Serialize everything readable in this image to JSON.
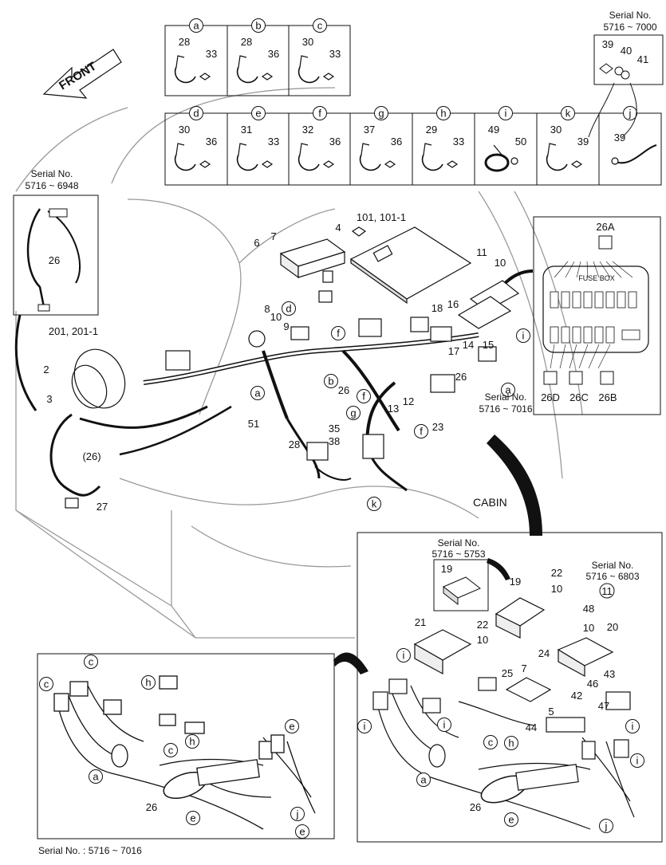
{
  "top_detail_boxes": [
    {
      "letter": "a",
      "parts": [
        "28",
        "33"
      ]
    },
    {
      "letter": "b",
      "parts": [
        "28",
        "36"
      ]
    },
    {
      "letter": "c",
      "parts": [
        "30",
        "33"
      ]
    },
    {
      "letter": "d",
      "parts": [
        "30",
        "36"
      ]
    },
    {
      "letter": "e",
      "parts": [
        "31",
        "33"
      ]
    },
    {
      "letter": "f",
      "parts": [
        "32",
        "36"
      ]
    },
    {
      "letter": "g",
      "parts": [
        "37",
        "36"
      ]
    },
    {
      "letter": "h",
      "parts": [
        "29",
        "33"
      ]
    },
    {
      "letter": "i",
      "parts": [
        "49",
        "50"
      ]
    },
    {
      "letter": "k",
      "parts": [
        "30",
        "39"
      ]
    },
    {
      "letter": "j",
      "parts": [
        "39"
      ]
    }
  ],
  "serial_7000": {
    "line1": "Serial No.",
    "line2": "5716 ~ 7000",
    "parts": [
      "39",
      "40",
      "41"
    ]
  },
  "serial_6948": {
    "line1": "Serial No.",
    "line2": "5716 ~ 6948",
    "part": "26"
  },
  "serial_7016": {
    "line1": "Serial No.",
    "line2": "5716 ~ 7016"
  },
  "serial_5753": {
    "line1": "Serial No.",
    "line2": "5716 ~ 5753",
    "part": "19"
  },
  "serial_6803": {
    "line1": "Serial No.",
    "line2": "5716 ~ 6803",
    "part": "11"
  },
  "front_label": "FRONT",
  "cabin_label": "CABIN",
  "fuse_box": {
    "title": "FUSE BOX",
    "labels": [
      "26A",
      "26D",
      "26C",
      "26B"
    ]
  },
  "main_labels": [
    "101, 101-1",
    "4",
    "6",
    "7",
    "11",
    "10",
    "8",
    "10",
    "9",
    "18",
    "16",
    "17",
    "14",
    "15",
    "201, 201-1",
    "2",
    "3",
    "26",
    "(26)",
    "27",
    "51",
    "26",
    "12",
    "13",
    "23",
    "35",
    "38",
    "28"
  ],
  "main_circles": [
    "d",
    "f",
    "i",
    "b",
    "a",
    "a",
    "f",
    "g",
    "f",
    "k"
  ],
  "bottom_left": {
    "labels": [
      "26"
    ],
    "circles": [
      "c",
      "c",
      "h",
      "a",
      "c",
      "h",
      "e",
      "e",
      "j",
      "e"
    ]
  },
  "bottom_right": {
    "labels": [
      "19",
      "22",
      "10",
      "48",
      "10",
      "20",
      "21",
      "22",
      "10",
      "24",
      "7",
      "25",
      "46",
      "43",
      "5",
      "42",
      "47",
      "44",
      "26"
    ],
    "circles": [
      "i",
      "i",
      "i",
      "i",
      "c",
      "h",
      "i",
      "a",
      "e",
      "j"
    ]
  },
  "footer_serial": "Serial No. : 5716 ~ 7016"
}
